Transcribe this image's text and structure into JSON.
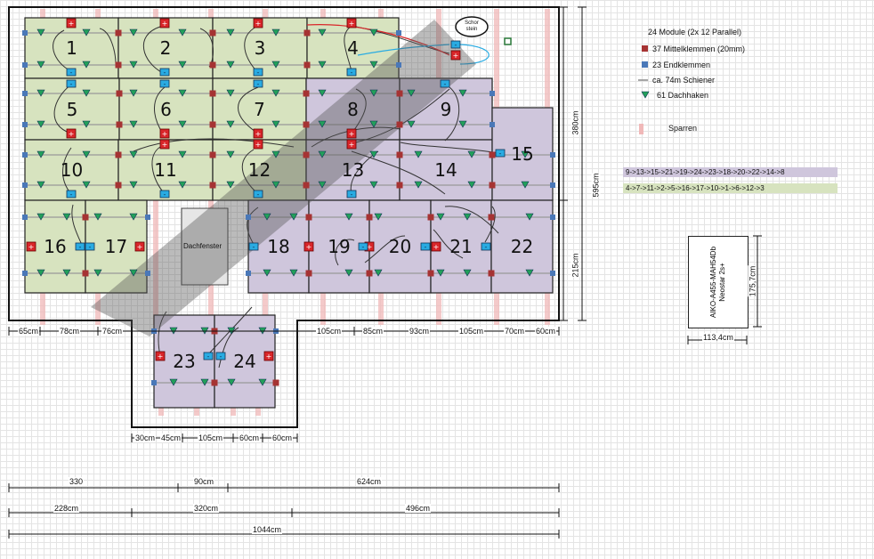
{
  "legend": {
    "modules": "24 Module (2x 12 Parallel)",
    "mid_clamps": "37 Mittelklemmen (20mm)",
    "end_clamps": "23 Endklemmen",
    "rails": "ca. 74m Schiener",
    "roof_hooks": "61 Dachhaken",
    "rafters": "Sparren"
  },
  "strings": {
    "string_purple": "9->13->15->21->19->24->23->18->20->22->14->8",
    "string_green": "4->7->11->2->5->16->17->10->1->6->12->3"
  },
  "colors": {
    "panel_green": "#d7e3bf",
    "panel_purple": "#cfc6dc",
    "positive_terminal": "#d9262a",
    "negative_terminal": "#29abe2",
    "rafter": "#f0b8b8",
    "hook": "#22a05a"
  },
  "module": {
    "model": "AIKO-A455-MAH54Db",
    "brand": "Neostar 2s+",
    "width": "113,4cm",
    "height": "175,7cm"
  },
  "chimney": "Schor\nstein",
  "skylight": "Dachfenster",
  "panels": [
    "1",
    "2",
    "3",
    "4",
    "5",
    "6",
    "7",
    "8",
    "9",
    "10",
    "11",
    "12",
    "13",
    "14",
    "15",
    "16",
    "17",
    "18",
    "19",
    "20",
    "21",
    "22",
    "23",
    "24"
  ],
  "dims": {
    "right_top": "380cm",
    "right_total": "595cm",
    "right_bottom": "215cm",
    "row1": [
      "65cm",
      "78cm",
      "76cm",
      "105cm",
      "85cm",
      "93cm",
      "105cm",
      "70cm",
      "60cm"
    ],
    "row2": [
      "30cm",
      "45cm",
      "105cm",
      "60cm",
      "60cm"
    ],
    "row3": [
      "330",
      "90cm",
      "624cm"
    ],
    "row4": [
      "228cm",
      "320cm",
      "496cm"
    ],
    "total": "1044cm"
  }
}
